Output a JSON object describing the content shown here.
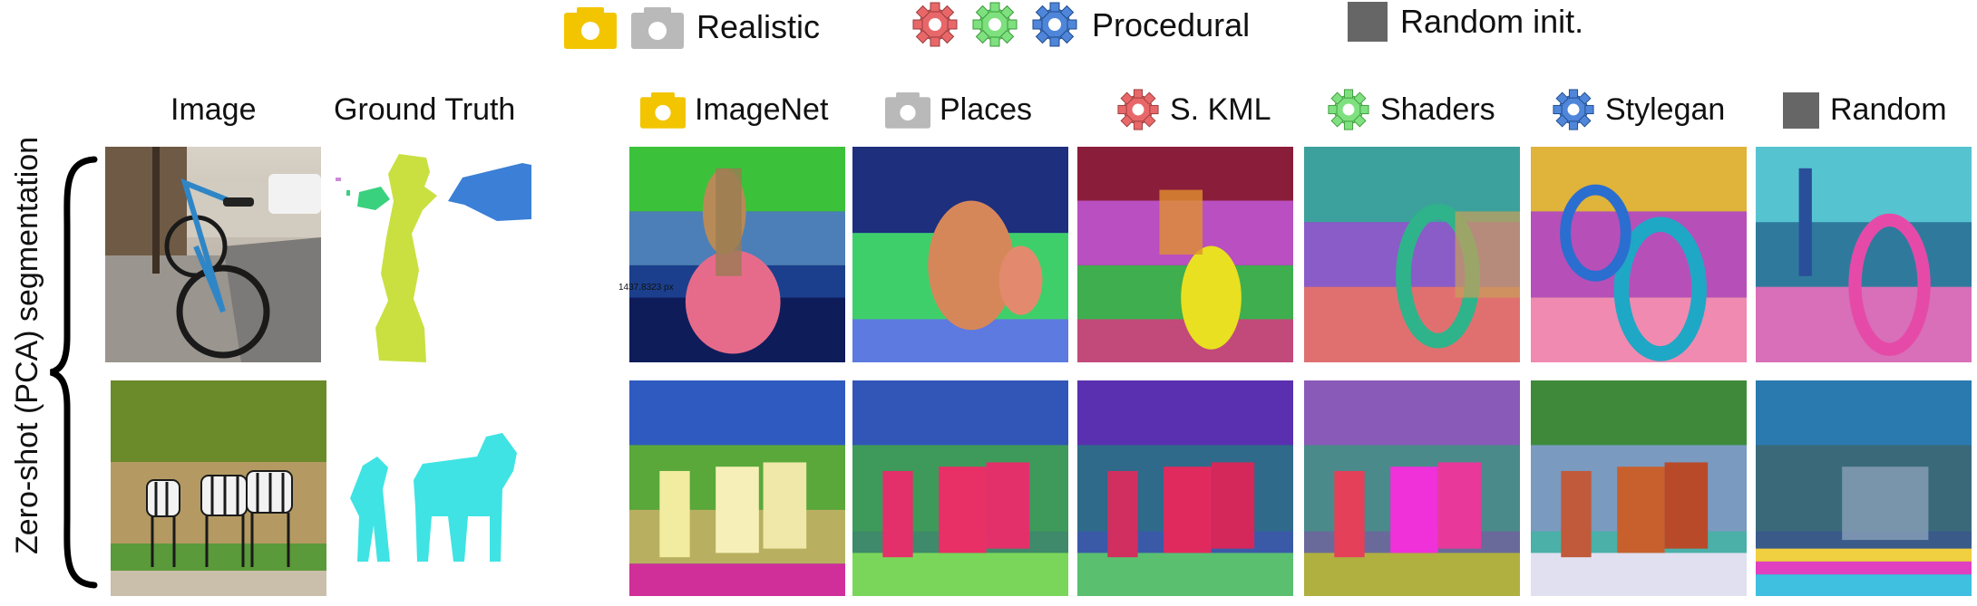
{
  "legend": {
    "realistic": "Realistic",
    "procedural": "Procedural",
    "random_init": "Random init."
  },
  "columns": {
    "image": "Image",
    "ground_truth": "Ground Truth",
    "imagenet": "ImageNet",
    "places": "Places",
    "skml": "S. KML",
    "shaders": "Shaders",
    "stylegan": "Stylegan",
    "random": "Random"
  },
  "row_label": "Zero-shot (PCA) segmentation",
  "annotation": "1437.8323 px",
  "colors": {
    "camera_yellow": "#F2C500",
    "camera_gray": "#B9B9B9",
    "gear_red": "#E8686A",
    "gear_green": "#7EE07E",
    "gear_blue": "#4F86DA",
    "random_square": "#666666",
    "gt_bike_green": "#C9E040",
    "gt_bike_blue": "#3B7FD6",
    "gt_bike_teal": "#3AD17E",
    "gt_zebra_cyan": "#3FE3E3"
  }
}
